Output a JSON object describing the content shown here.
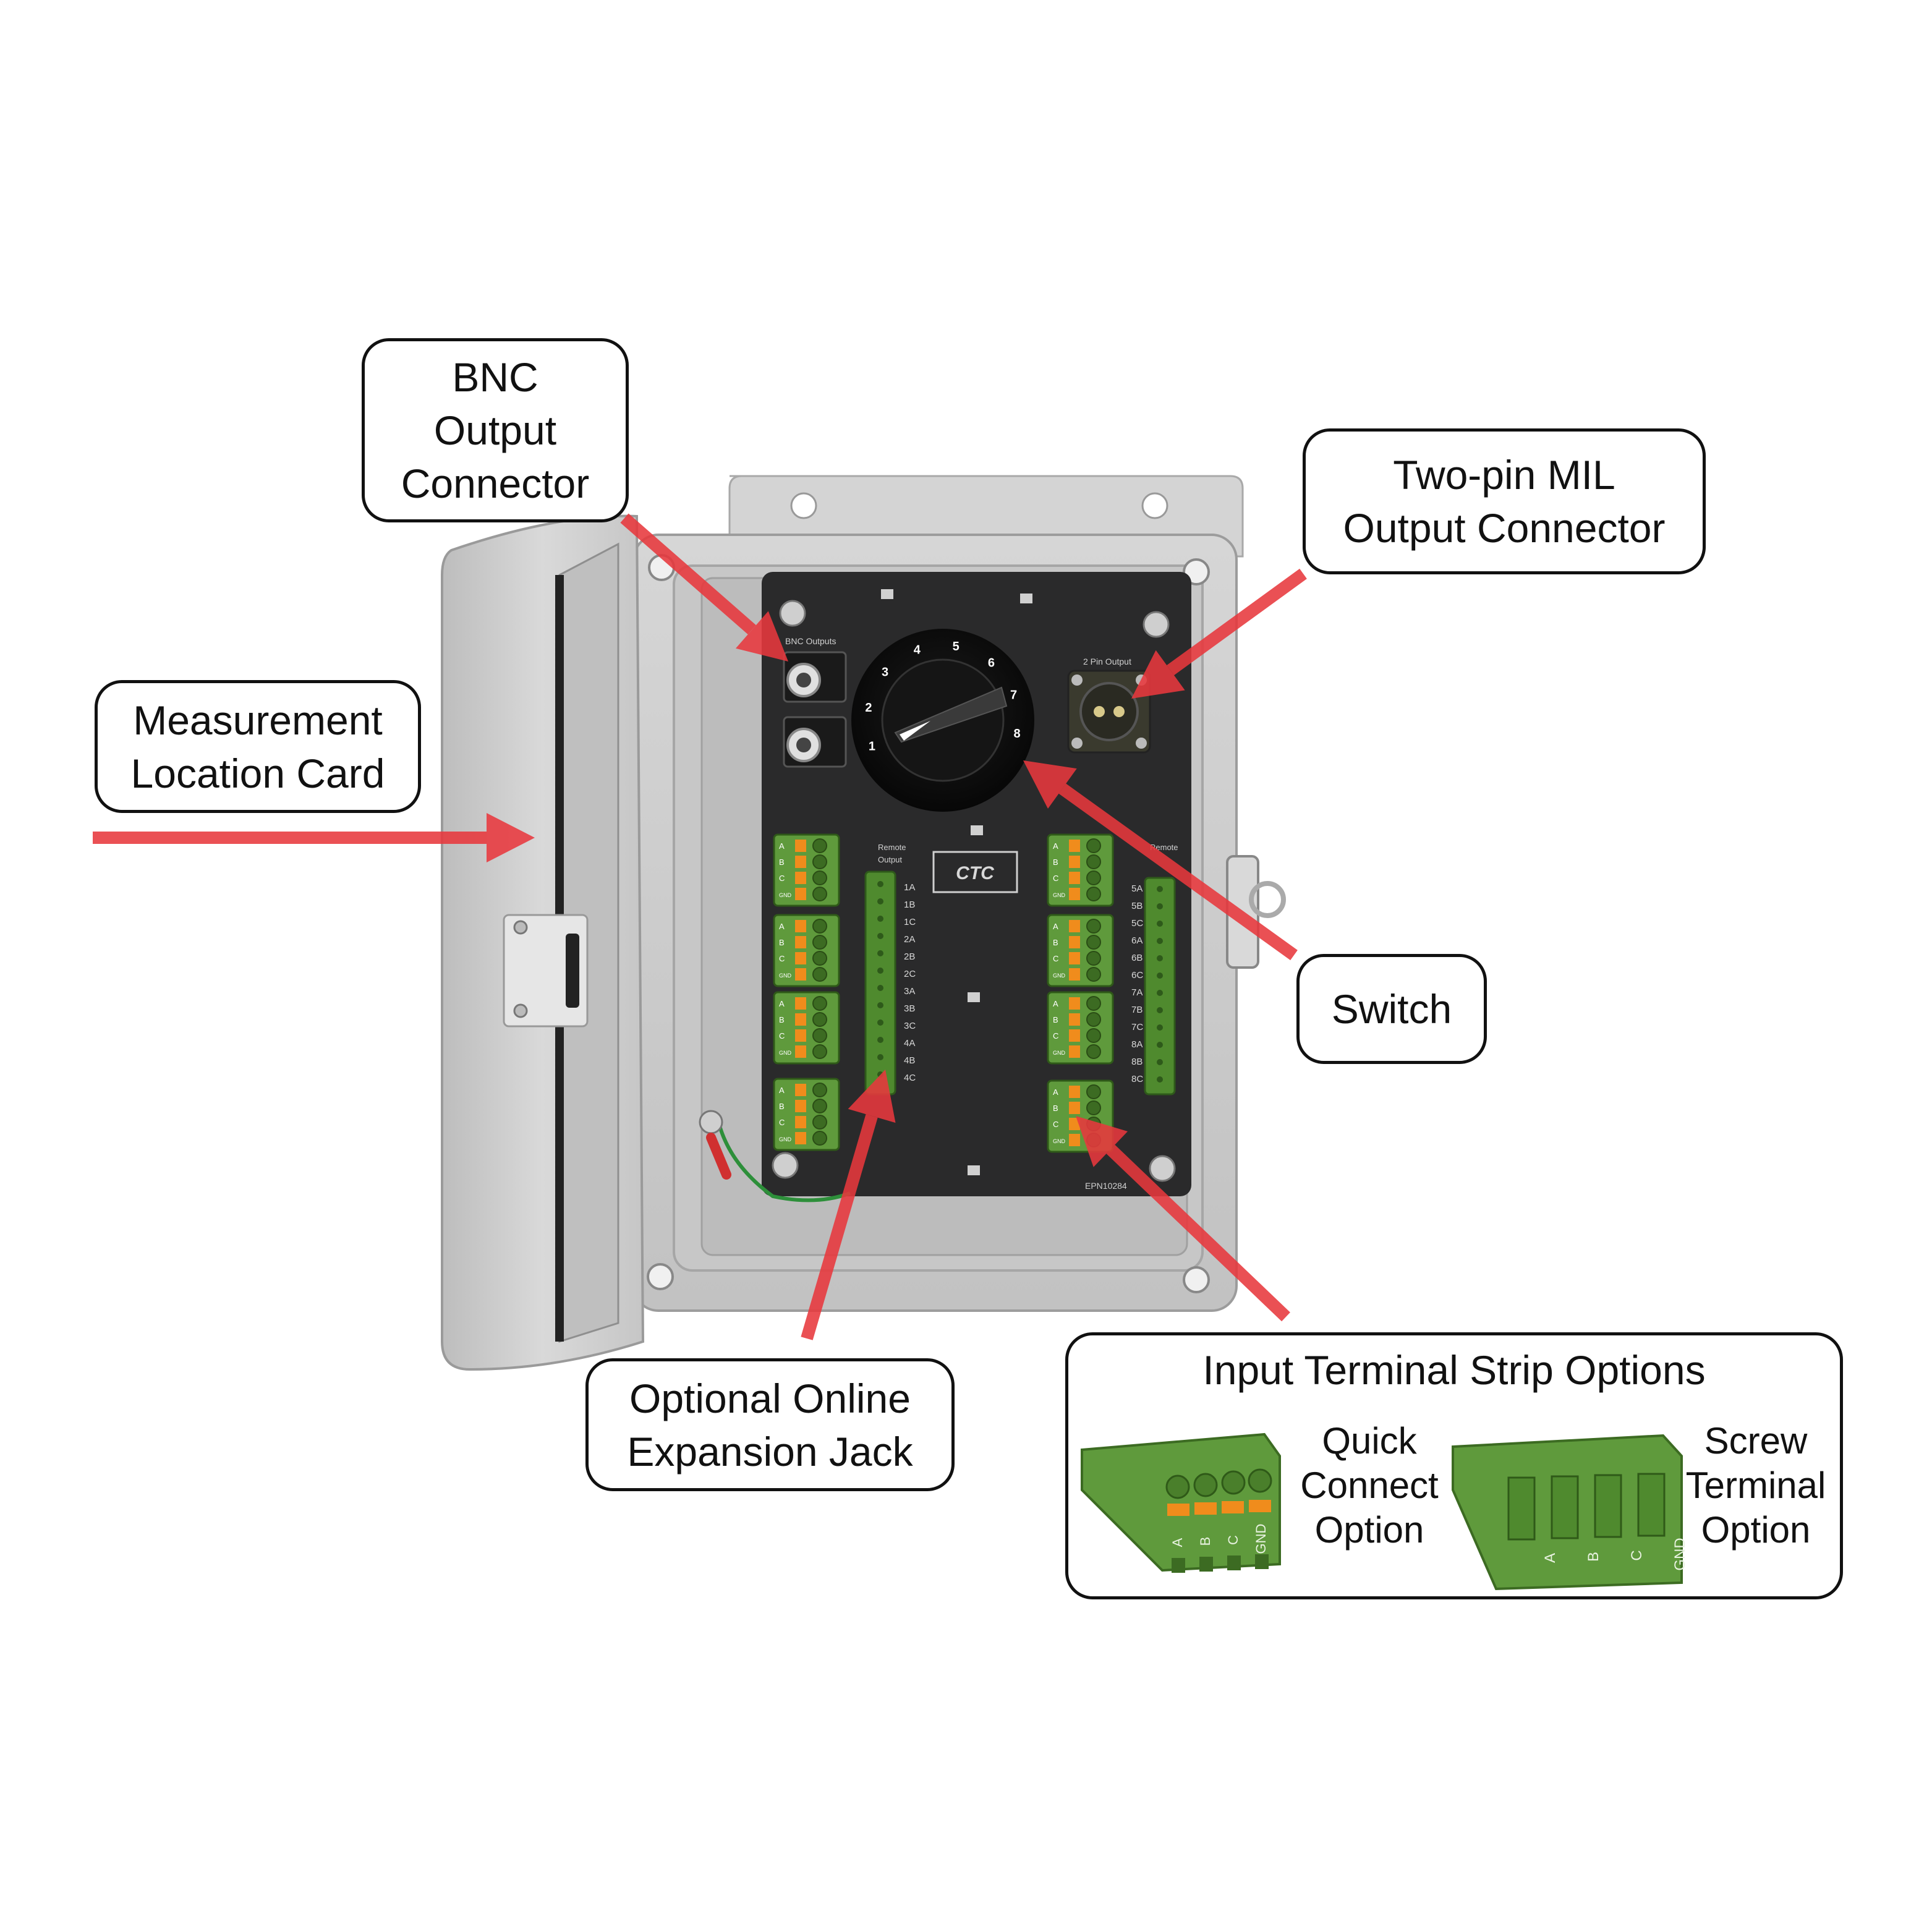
{
  "callouts": {
    "bnc": [
      "BNC",
      "Output",
      "Connector"
    ],
    "mil": [
      "Two-pin MIL",
      "Output Connector"
    ],
    "card": [
      "Measurement",
      "Location Card"
    ],
    "switch": [
      "Switch"
    ],
    "jack": [
      "Optional Online",
      "Expansion Jack"
    ]
  },
  "options_box": {
    "title": "Input Terminal Strip Options",
    "quick": [
      "Quick",
      "Connect",
      "Option"
    ],
    "screw": [
      "Screw",
      "Terminal",
      "Option"
    ],
    "pin_labels": [
      "A",
      "B",
      "C",
      "GND"
    ]
  },
  "panel": {
    "bnc_label": "BNC Outputs",
    "two_pin_label": "2 Pin Output",
    "remote_label_line1": "Remote",
    "remote_label_line2": "Output",
    "brand": "CTC",
    "part_number": "EPN10284",
    "dial_numbers": [
      "1",
      "2",
      "3",
      "4",
      "5",
      "6",
      "7",
      "8"
    ],
    "left_jack_labels": [
      "1A",
      "1B",
      "1C",
      "2A",
      "2B",
      "2C",
      "3A",
      "3B",
      "3C",
      "4A",
      "4B",
      "4C"
    ],
    "right_jack_labels": [
      "5A",
      "5B",
      "5C",
      "6A",
      "6B",
      "6C",
      "7A",
      "7B",
      "7C",
      "8A",
      "8B",
      "8C"
    ],
    "terminal_pins": [
      "A",
      "B",
      "C",
      "GND"
    ]
  },
  "colors": {
    "arrow": "#e8383d",
    "panel": "#2a2a2b",
    "enclosure": "#cfcfcf",
    "terminal_green": "#5f9a3c",
    "terminal_orange": "#f08c1c",
    "outline": "#111111"
  }
}
